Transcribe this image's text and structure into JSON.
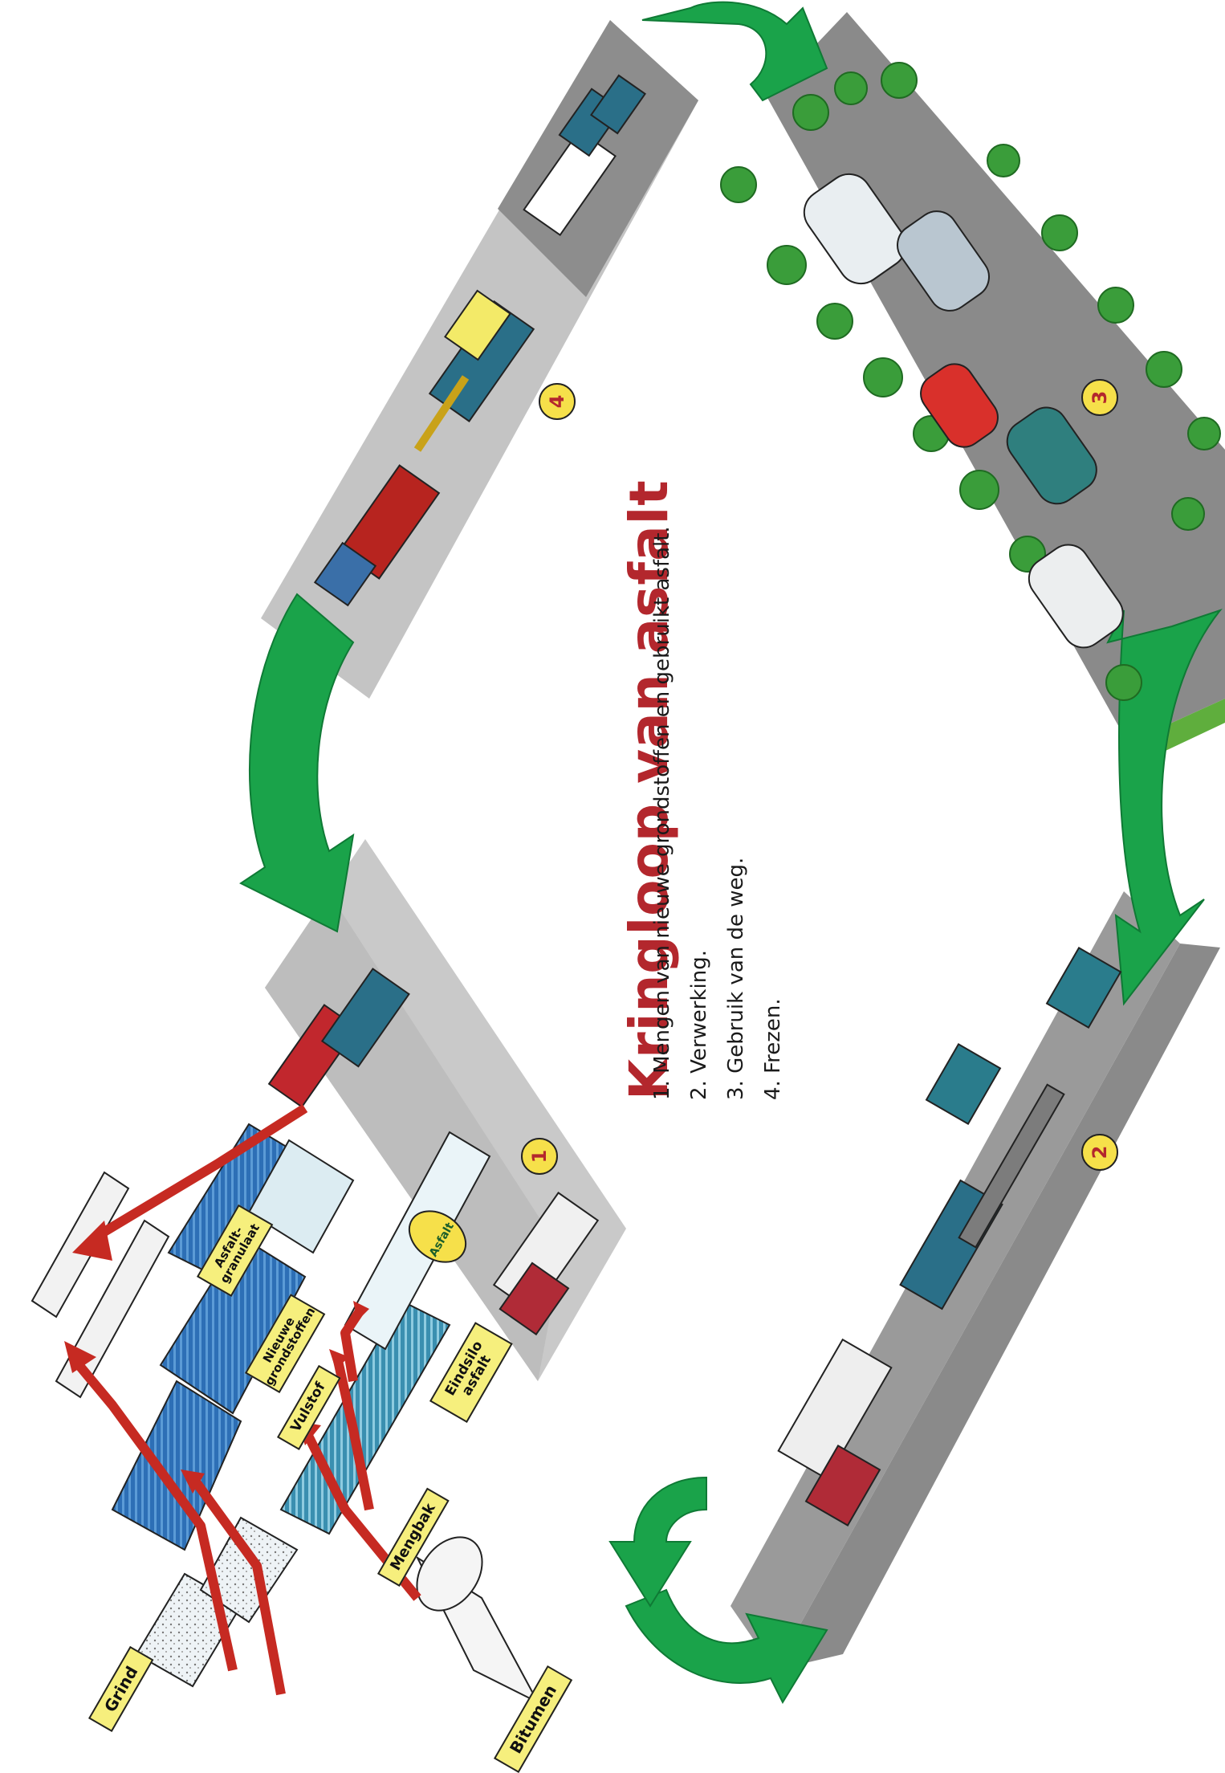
{
  "title": "Kringloop van asfalt",
  "steps": [
    {
      "number": "1",
      "text": "1. Mengen van nieuwe grondstoffen en gebruikt asfalt."
    },
    {
      "number": "2",
      "text": "2. Verwerking."
    },
    {
      "number": "3",
      "text": "3. Gebruik van de weg."
    },
    {
      "number": "4",
      "text": "4. Frezen."
    }
  ],
  "labels": {
    "grind": "Grind",
    "bitumen": "Bitumen",
    "mengbak": "Mengbak",
    "vulstof": "Vulstof",
    "nieuwe_grondstoffen": "Nieuwe grondstoffen",
    "asfaltgranulaat": "Asfalt-granulaat",
    "eindsilo": "Eindsilo asfalt",
    "logo": "Asfalt"
  },
  "colors": {
    "arrow_green": "#1aa34a",
    "flow_red": "#c62a22",
    "road_gray": "#8a8a8a",
    "title_red": "#b3272d",
    "badge_yellow": "#f6e04a",
    "silo_blue": "#2d6fb6"
  }
}
